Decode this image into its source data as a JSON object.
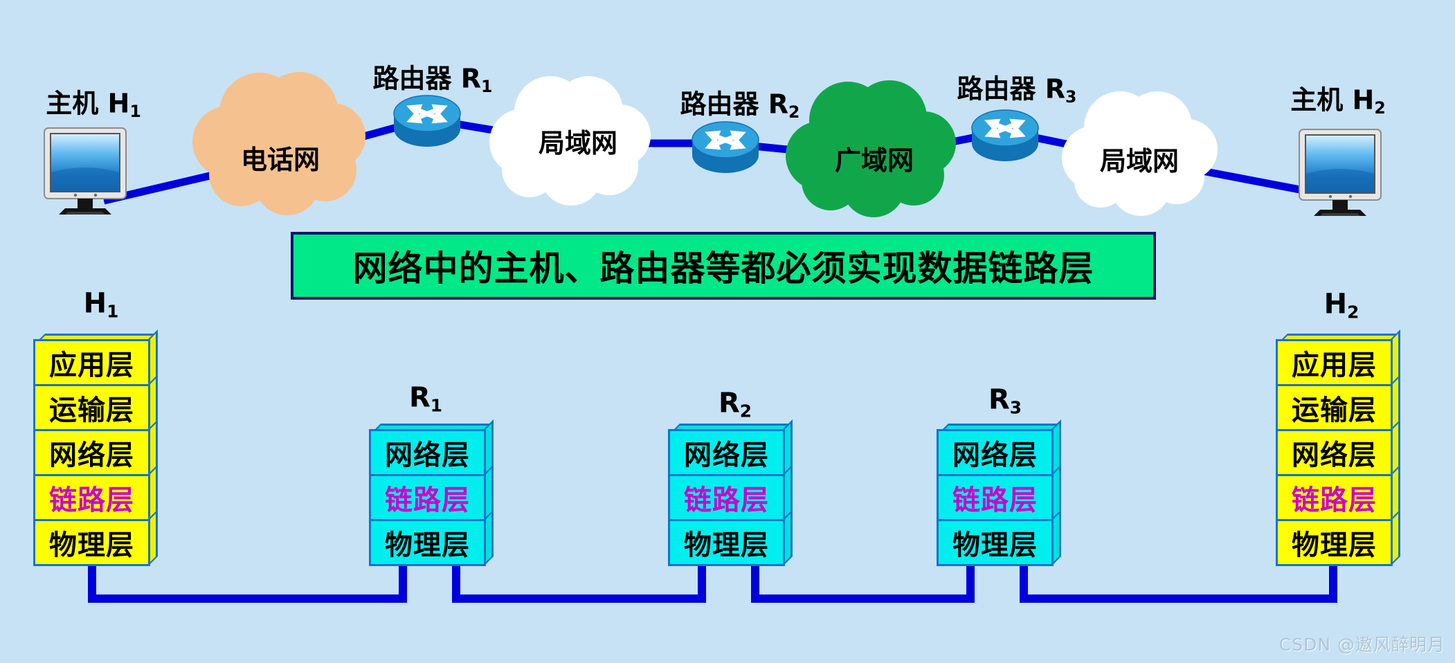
{
  "top": {
    "host1_label": {
      "text": "主机 H",
      "sub": "1"
    },
    "router1_label": {
      "text": "路由器 R",
      "sub": "1"
    },
    "router2_label": {
      "text": "路由器 R",
      "sub": "2"
    },
    "router3_label": {
      "text": "路由器 R",
      "sub": "3"
    },
    "host2_label": {
      "text": "主机 H",
      "sub": "2"
    },
    "clouds": {
      "telephone": {
        "label": "电话网"
      },
      "lan1": {
        "label": "局域网"
      },
      "wan": {
        "label": "广域网"
      },
      "lan2": {
        "label": "局域网"
      }
    }
  },
  "banner": {
    "text": "网络中的主机、路由器等都必须实现数据链路层"
  },
  "stacks": {
    "h1": {
      "title": {
        "text": "H",
        "sub": "1"
      },
      "layers": [
        "应用层",
        "运输层",
        "网络层",
        "链路层",
        "物理层"
      ]
    },
    "r1": {
      "title": {
        "text": "R",
        "sub": "1"
      },
      "layers": [
        "网络层",
        "链路层",
        "物理层"
      ]
    },
    "r2": {
      "title": {
        "text": "R",
        "sub": "2"
      },
      "layers": [
        "网络层",
        "链路层",
        "物理层"
      ]
    },
    "r3": {
      "title": {
        "text": "R",
        "sub": "3"
      },
      "layers": [
        "网络层",
        "链路层",
        "物理层"
      ]
    },
    "h2": {
      "title": {
        "text": "H",
        "sub": "2"
      },
      "layers": [
        "应用层",
        "运输层",
        "网络层",
        "链路层",
        "物理层"
      ]
    }
  },
  "watermark": "CSDN @遨风醉明月",
  "colors": {
    "background": "#C7E2F5",
    "link_line": "#0000DC",
    "stack_border": "#1375C8",
    "host_stack_fill": "#FFFF00",
    "router_stack_fill": "#00EEEE",
    "highlight_layer_text": "#CC00CC",
    "banner_fill": "#00E888",
    "banner_border": "#15156B",
    "telephone_cloud": "#F5C18F",
    "wan_cloud": "#12A64B",
    "lan_cloud": "#FFFFFF"
  }
}
